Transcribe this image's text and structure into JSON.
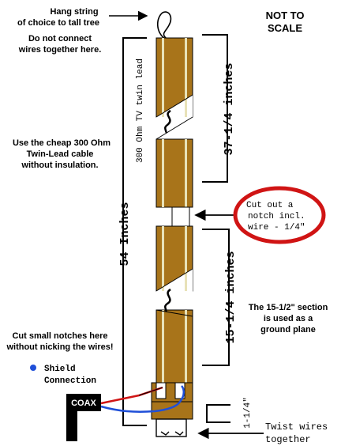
{
  "labels": {
    "hang_string": "Hang string",
    "hang_string_2": "of choice to tall tree",
    "no_connect": "Do not connect",
    "no_connect_2": "wires together here.",
    "not_to_scale": "NOT TO",
    "not_to_scale_2": "SCALE",
    "use_cable": "Use the cheap 300 Ohm",
    "use_cable_2": "Twin-Lead cable",
    "use_cable_3": "without insulation.",
    "cable_label": "300 Ohm TV twin lead",
    "upper_length": "37-1/4 inches",
    "total_length": "54 Inches",
    "lower_length": "15-1/4 inches",
    "notch_note": "Cut out a",
    "notch_note_2": "notch incl.",
    "notch_note_3": "wire - 1/4\"",
    "ground_plane": "The 15-1/2\" section",
    "ground_plane_2": "is used as a",
    "ground_plane_3": "ground plane",
    "cut_notches": "Cut small notches here",
    "cut_notches_2": "without nicking the wires!",
    "shield": "Shield",
    "shield_2": "Connection",
    "coax": "COAX",
    "stub_length": "1-1/4\"",
    "twist": "Twist wires",
    "twist_2": "together"
  },
  "colors": {
    "twin_lead": "#a8741a",
    "wire_stripe": "#e8e2b8",
    "notch_circle": "#d01414",
    "coax_inner": "#d01414",
    "shield": "#1f4fd8",
    "coax_block": "#000000"
  }
}
